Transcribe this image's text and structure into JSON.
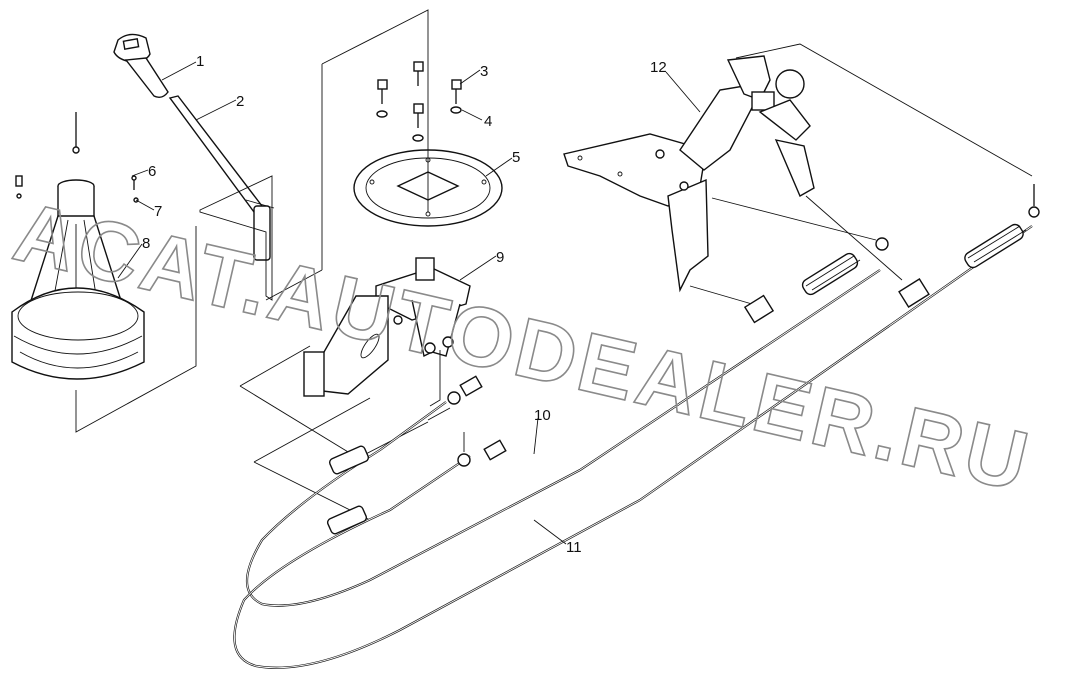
{
  "watermark": "ACAT.AUTODEALER.RU",
  "callouts": [
    {
      "id": "1",
      "label": "1"
    },
    {
      "id": "2",
      "label": "2"
    },
    {
      "id": "3",
      "label": "3"
    },
    {
      "id": "4",
      "label": "4"
    },
    {
      "id": "5",
      "label": "5"
    },
    {
      "id": "6",
      "label": "6"
    },
    {
      "id": "7",
      "label": "7"
    },
    {
      "id": "8",
      "label": "8"
    },
    {
      "id": "9",
      "label": "9"
    },
    {
      "id": "10",
      "label": "10"
    },
    {
      "id": "11",
      "label": "11"
    },
    {
      "id": "12",
      "label": "12"
    }
  ]
}
